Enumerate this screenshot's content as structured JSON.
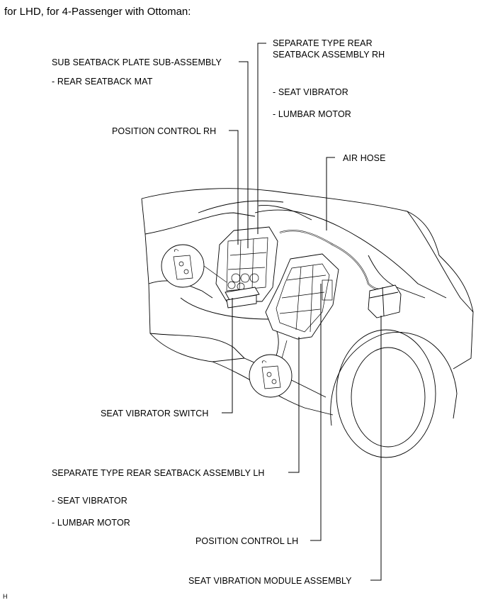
{
  "heading": "for LHD, for 4-Passenger with Ottoman:",
  "labels": {
    "sub_seatback_plate": "SUB SEATBACK PLATE SUB-ASSEMBLY",
    "rear_seatback_mat": "- REAR SEATBACK MAT",
    "separate_rh_line1": "SEPARATE TYPE REAR",
    "separate_rh_line2": "SEATBACK ASSEMBLY RH",
    "rh_seat_vibrator": "- SEAT VIBRATOR",
    "rh_lumbar_motor": "- LUMBAR MOTOR",
    "position_control_rh": "POSITION CONTROL RH",
    "air_hose": "AIR HOSE",
    "seat_vibrator_switch": "SEAT VIBRATOR SWITCH",
    "separate_lh": "SEPARATE TYPE REAR SEATBACK ASSEMBLY LH",
    "lh_seat_vibrator": "- SEAT VIBRATOR",
    "lh_lumbar_motor": "- LUMBAR MOTOR",
    "position_control_lh": "POSITION CONTROL LH",
    "seat_vibration_module": "SEAT VIBRATION MODULE ASSEMBLY"
  },
  "corner_mark": "H"
}
